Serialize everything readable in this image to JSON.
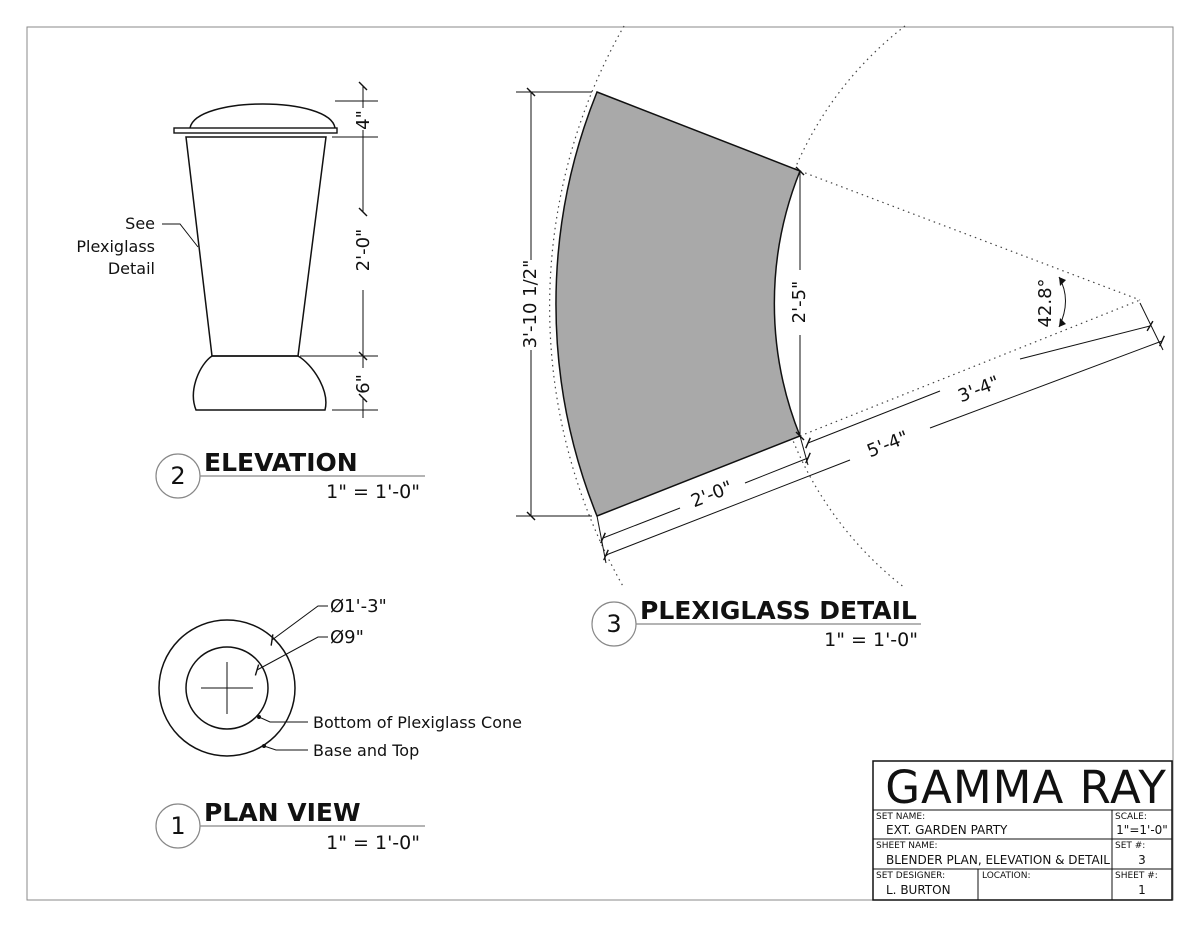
{
  "plexiglass": {
    "dim_height": "3'-10 1/2\"",
    "dim_inner": "2'-5\"",
    "dim_angle": "42.8°",
    "dim_inner_radius": "3'-4\"",
    "dim_outer_radius": "5'-4\"",
    "dim_width": "2'-0\""
  },
  "elevation": {
    "dim_top": "4\"",
    "dim_mid": "2'-0\"",
    "dim_bottom": "6\"",
    "note_lines": [
      "See",
      "Plexiglass",
      "Detail"
    ]
  },
  "plan": {
    "dim_outer": "Ø1'-3\"",
    "dim_inner": "Ø9\"",
    "leader_inner": "Bottom of Plexiglass Cone",
    "leader_outer": "Base and Top"
  },
  "views": [
    {
      "number": "2",
      "title": "ELEVATION",
      "scale": "1\" = 1'-0\""
    },
    {
      "number": "3",
      "title": "PLEXIGLASS DETAIL",
      "scale": "1\" = 1'-0\""
    },
    {
      "number": "1",
      "title": "PLAN VIEW",
      "scale": "1\" = 1'-0\""
    }
  ],
  "title_block": {
    "project": "GAMMA RAY",
    "set_name_label": "SET NAME:",
    "set_name": "EXT. GARDEN PARTY",
    "scale_label": "SCALE:",
    "scale": "1\"=1'-0\"",
    "sheet_name_label": "SHEET NAME:",
    "sheet_name": "BLENDER PLAN, ELEVATION & DETAIL",
    "set_num_label": "SET #:",
    "set_num": "3",
    "designer_label": "SET DESIGNER:",
    "designer": "L. BURTON",
    "location_label": "LOCATION:",
    "location": "",
    "sheet_num_label": "SHEET #:",
    "sheet_num": "1"
  },
  "colors": {
    "plexiglass_fill": "#a9a9a9",
    "ink": "#111111"
  }
}
